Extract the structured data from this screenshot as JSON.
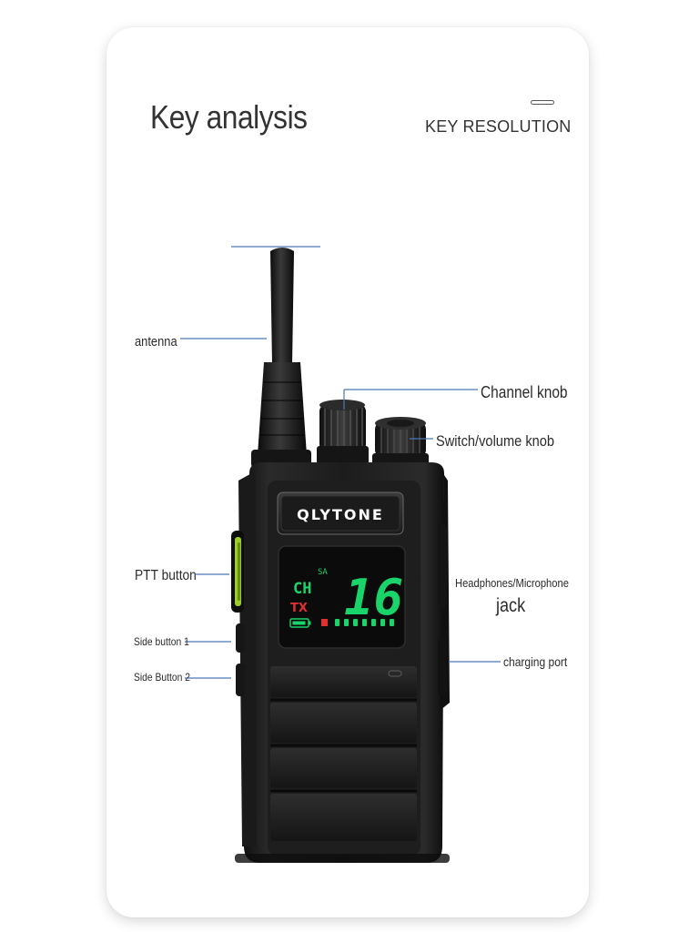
{
  "header": {
    "title": "Key analysis",
    "subtitle": "KEY RESOLUTION"
  },
  "device": {
    "brand": "QLYTONE",
    "display": {
      "sa": "SA",
      "ch": "CH",
      "channel": "16",
      "tx": "TX"
    }
  },
  "callouts": {
    "antenna": "antenna",
    "channel_knob": "Channel knob",
    "switch_volume_knob": "Switch/volume knob",
    "ptt_button": "PTT button",
    "headphones_microphone": "Headphones/Microphone",
    "jack": "jack",
    "side_button_1": "Side button 1",
    "side_button_2": "Side Button 2",
    "charging_port": "charging port"
  },
  "colors": {
    "leader_line": "#4a78b8",
    "display_green": "#19d46a",
    "display_red": "#e23030",
    "ptt_green": "#9ccc2a"
  }
}
